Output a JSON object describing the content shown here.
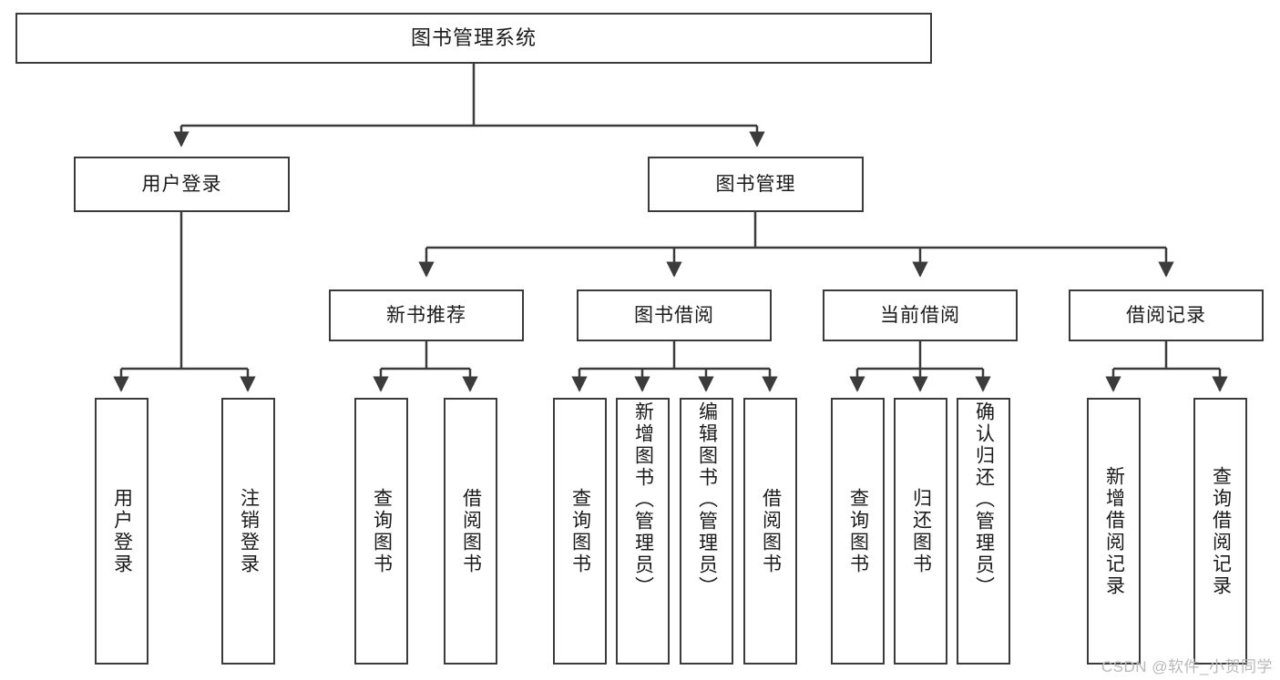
{
  "diagram": {
    "title": "图书管理系统",
    "type": "tree-hierarchy",
    "watermark": "CSDN @软件_小贺同学",
    "colors": {
      "stroke": "#3b3b3b",
      "fill": "#ffffff",
      "text": "#1a1a1a",
      "watermark": "#b9b9b9"
    },
    "root": {
      "label": "图书管理系统"
    },
    "level1": [
      {
        "label": "用户登录"
      },
      {
        "label": "图书管理"
      }
    ],
    "level2": [
      {
        "label": "新书推荐"
      },
      {
        "label": "图书借阅"
      },
      {
        "label": "当前借阅"
      },
      {
        "label": "借阅记录"
      }
    ],
    "leaves": {
      "user_login": [
        {
          "label": "用户登录"
        },
        {
          "label": "注销登录"
        }
      ],
      "new_book_recommend": [
        {
          "label": "查询图书"
        },
        {
          "label": "借阅图书"
        }
      ],
      "book_borrow": [
        {
          "label": "查询图书"
        },
        {
          "label": "新增图书（管理员）"
        },
        {
          "label": "编辑图书（管理员）"
        },
        {
          "label": "借阅图书"
        }
      ],
      "current_borrow": [
        {
          "label": "查询图书"
        },
        {
          "label": "归还图书"
        },
        {
          "label": "确认归还（管理员）"
        }
      ],
      "borrow_records": [
        {
          "label": "新增借阅记录"
        },
        {
          "label": "查询借阅记录"
        }
      ]
    }
  }
}
